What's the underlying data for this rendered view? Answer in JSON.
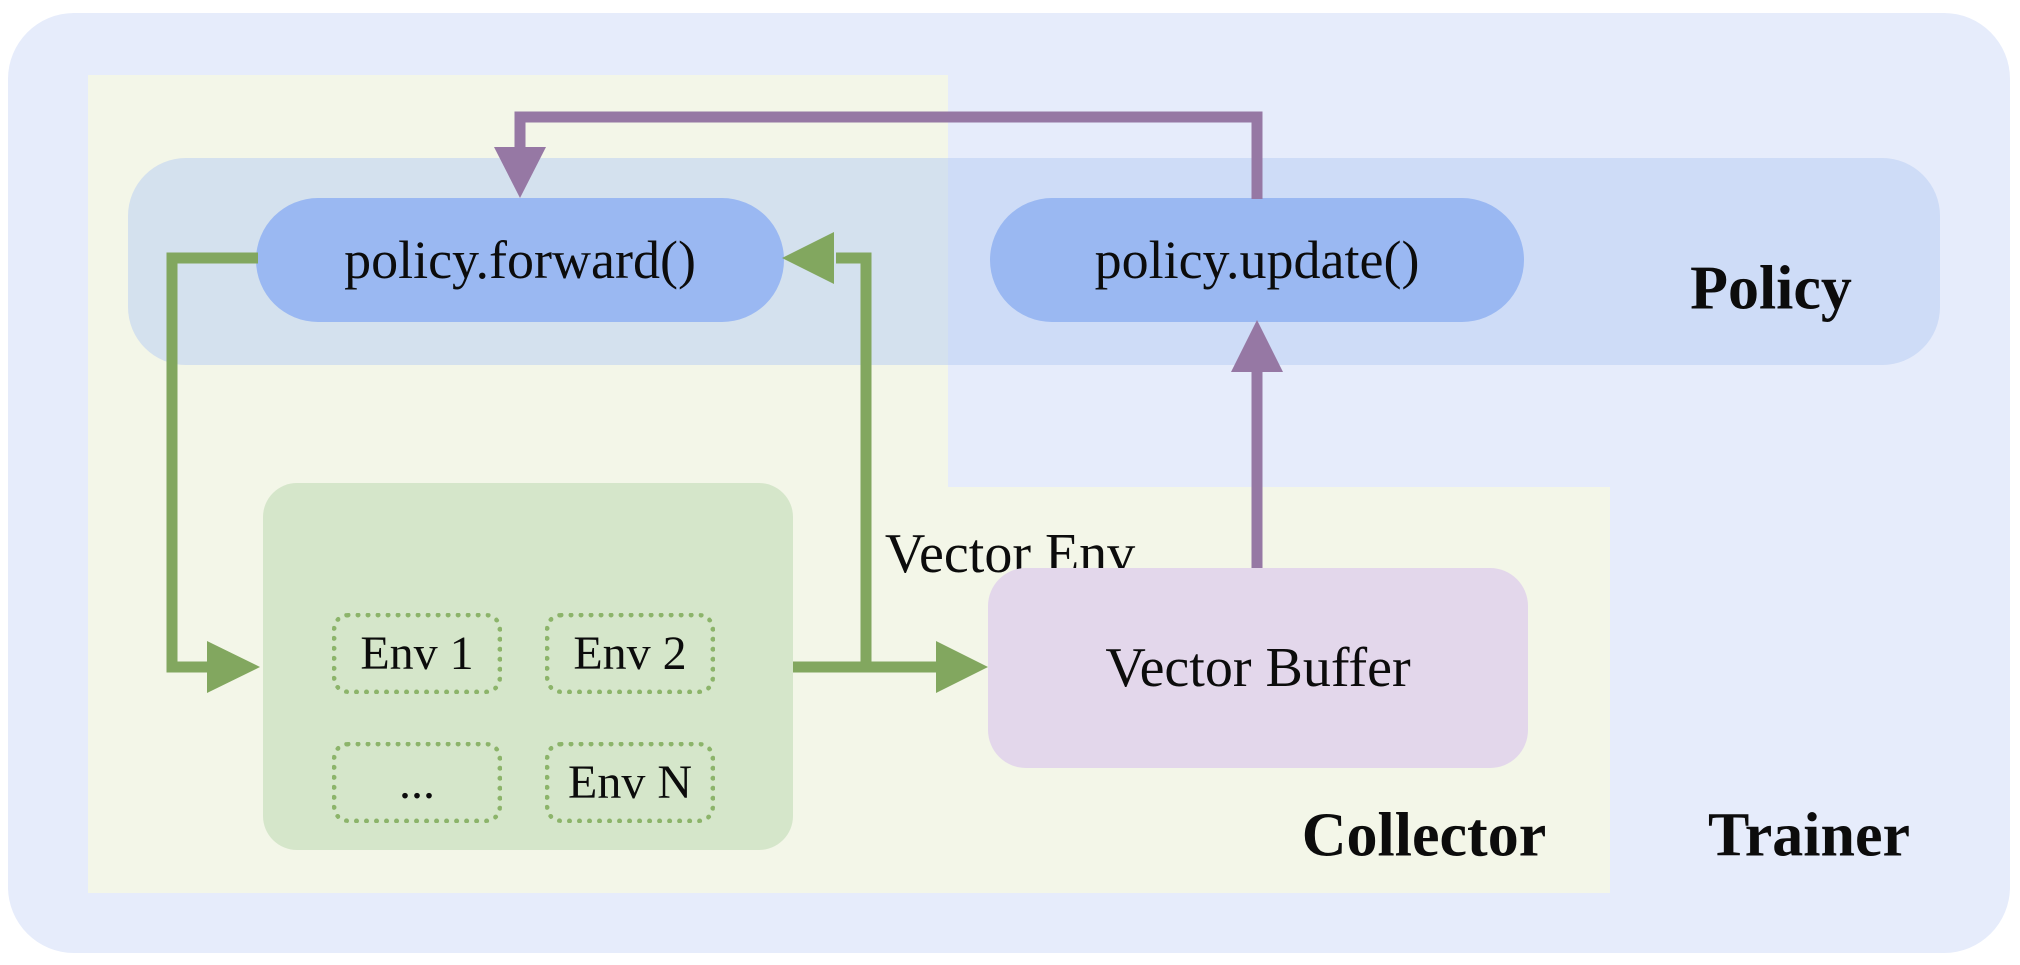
{
  "regions": {
    "trainer_label": "Trainer",
    "collector_label": "Collector",
    "policy_label": "Policy"
  },
  "nodes": {
    "policy_forward": "policy.forward()",
    "policy_update": "policy.update()",
    "vector_env_title": "Vector Env",
    "vector_buffer": "Vector Buffer"
  },
  "envs": [
    "Env 1",
    "Env 2",
    "...",
    "Env N"
  ],
  "colors": {
    "trainer_bg": "#e6ecfb",
    "collector_bg": "#f3f6e8",
    "policy_band": "#cedcf5",
    "node_blue": "#9ab8f2",
    "env_green_bg": "#d5e6ca",
    "env_dash_border": "#8cb46a",
    "buffer_lavender": "#e3d7eb",
    "arrow_green": "#82a75f",
    "arrow_purple": "#9678a4"
  }
}
